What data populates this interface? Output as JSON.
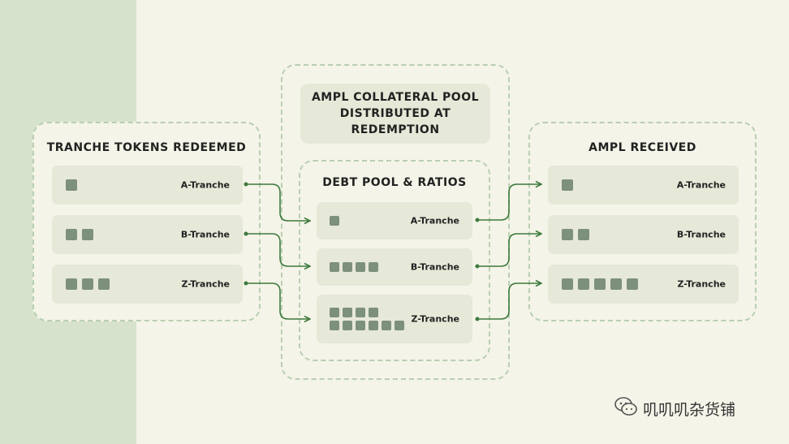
{
  "left_panel": {
    "title": "TRANCHE TOKENS REDEEMED",
    "rows": [
      {
        "label": "A-Tranche",
        "count": 1
      },
      {
        "label": "B-Tranche",
        "count": 2
      },
      {
        "label": "Z-Tranche",
        "count": 3
      }
    ]
  },
  "center_panel": {
    "collateral_title": "AMPL COLLATERAL POOL\nDISTRIBUTED AT\nREDEMPTION",
    "debt_title": "DEBT POOL & RATIOS",
    "rows": [
      {
        "label": "A-Tranche",
        "count": 1
      },
      {
        "label": "B-Tranche",
        "count": 4
      },
      {
        "label": "Z-Tranche",
        "count": 10
      }
    ]
  },
  "right_panel": {
    "title": "AMPL RECEIVED",
    "rows": [
      {
        "label": "A-Tranche",
        "count": 1
      },
      {
        "label": "B-Tranche",
        "count": 2
      },
      {
        "label": "Z-Tranche",
        "count": 5
      }
    ]
  },
  "colors": {
    "background": "#f4f4e8",
    "band": "#d6e2cc",
    "dashed_border": "#b9cfb1",
    "row_fill": "#e6e8d8",
    "square": "#7d907a",
    "connector": "#3e7a3e"
  },
  "watermark": {
    "icon": "wechat-icon",
    "text": "叽叽叽杂货铺"
  }
}
